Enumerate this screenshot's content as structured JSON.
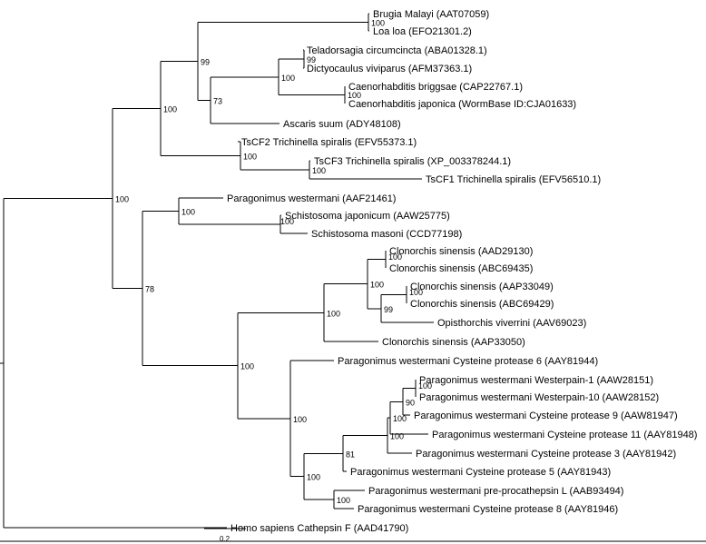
{
  "tree": {
    "leaves": [
      {
        "id": "brugia",
        "label": "Brugia Malayi (AAT07059)"
      },
      {
        "id": "loa",
        "label": "Loa loa (EFO21301.2)"
      },
      {
        "id": "telad",
        "label": "Teladorsagia circumcincta (ABA01328.1)"
      },
      {
        "id": "dicty",
        "label": "Dictyocaulus viviparus (AFM37363.1)"
      },
      {
        "id": "cbrig",
        "label": "Caenorhabditis briggsae (CAP22767.1)"
      },
      {
        "id": "cjap",
        "label": "Caenorhabditis japonica (WormBase ID:CJA01633)"
      },
      {
        "id": "ascaris",
        "label": "Ascaris suum (ADY48108)"
      },
      {
        "id": "tscf2",
        "label": "TsCF2 Trichinella spiralis (EFV55373.1)"
      },
      {
        "id": "tscf3",
        "label": "TsCF3 Trichinella spiralis (XP_003378244.1)"
      },
      {
        "id": "tscf1",
        "label": "TsCF1 Trichinella spiralis (EFV56510.1)"
      },
      {
        "id": "pwaaf",
        "label": "Paragonimus westermani (AAF21461)"
      },
      {
        "id": "schjap",
        "label": "Schistosoma japonicum (AAW25775)"
      },
      {
        "id": "schman",
        "label": "Schistosoma masoni (CCD77198)"
      },
      {
        "id": "cs1",
        "label": "Clonorchis sinensis (AAD29130)"
      },
      {
        "id": "cs2",
        "label": "Clonorchis sinensis (ABC69435)"
      },
      {
        "id": "cs3",
        "label": "Clonorchis sinensis (AAP33049)"
      },
      {
        "id": "cs4",
        "label": "Clonorchis sinensis (ABC69429)"
      },
      {
        "id": "opis",
        "label": "Opisthorchis viverrini (AAV69023)"
      },
      {
        "id": "cs5",
        "label": "Clonorchis sinensis (AAP33050)"
      },
      {
        "id": "pw6",
        "label": "Paragonimus westermani Cysteine protease 6 (AAY81944)"
      },
      {
        "id": "pww1",
        "label": "Paragonimus westermani Westerpain-1 (AAW28151)"
      },
      {
        "id": "pww10",
        "label": "Paragonimus westermani Westerpain-10 (AAW28152)"
      },
      {
        "id": "pw9",
        "label": "Paragonimus westermani Cysteine protease 9 (AAW81947)"
      },
      {
        "id": "pw11",
        "label": "Paragonimus westermani Cysteine protease 11 (AAY81948)"
      },
      {
        "id": "pw3",
        "label": "Paragonimus westermani Cysteine protease 3 (AAY81942)"
      },
      {
        "id": "pw5",
        "label": "Paragonimus westermani Cysteine protease 5 (AAY81943)"
      },
      {
        "id": "pwpre",
        "label": "Paragonimus westermani pre-procathepsin L (AAB93494)"
      },
      {
        "id": "pw8",
        "label": "Paragonimus westermani Cysteine protease 8 (AAY81946)"
      },
      {
        "id": "homo",
        "label": "Homo sapiens Cathepsin F (AAD41790)"
      }
    ],
    "support_values": [
      "100",
      "99",
      "99",
      "73",
      "100",
      "100",
      "100",
      "100",
      "100",
      "100",
      "100",
      "78",
      "100",
      "100",
      "100",
      "100",
      "99",
      "100",
      "100",
      "100",
      "100",
      "90",
      "100",
      "100",
      "81",
      "100",
      "100"
    ],
    "scale_bar_label": "0.2"
  }
}
